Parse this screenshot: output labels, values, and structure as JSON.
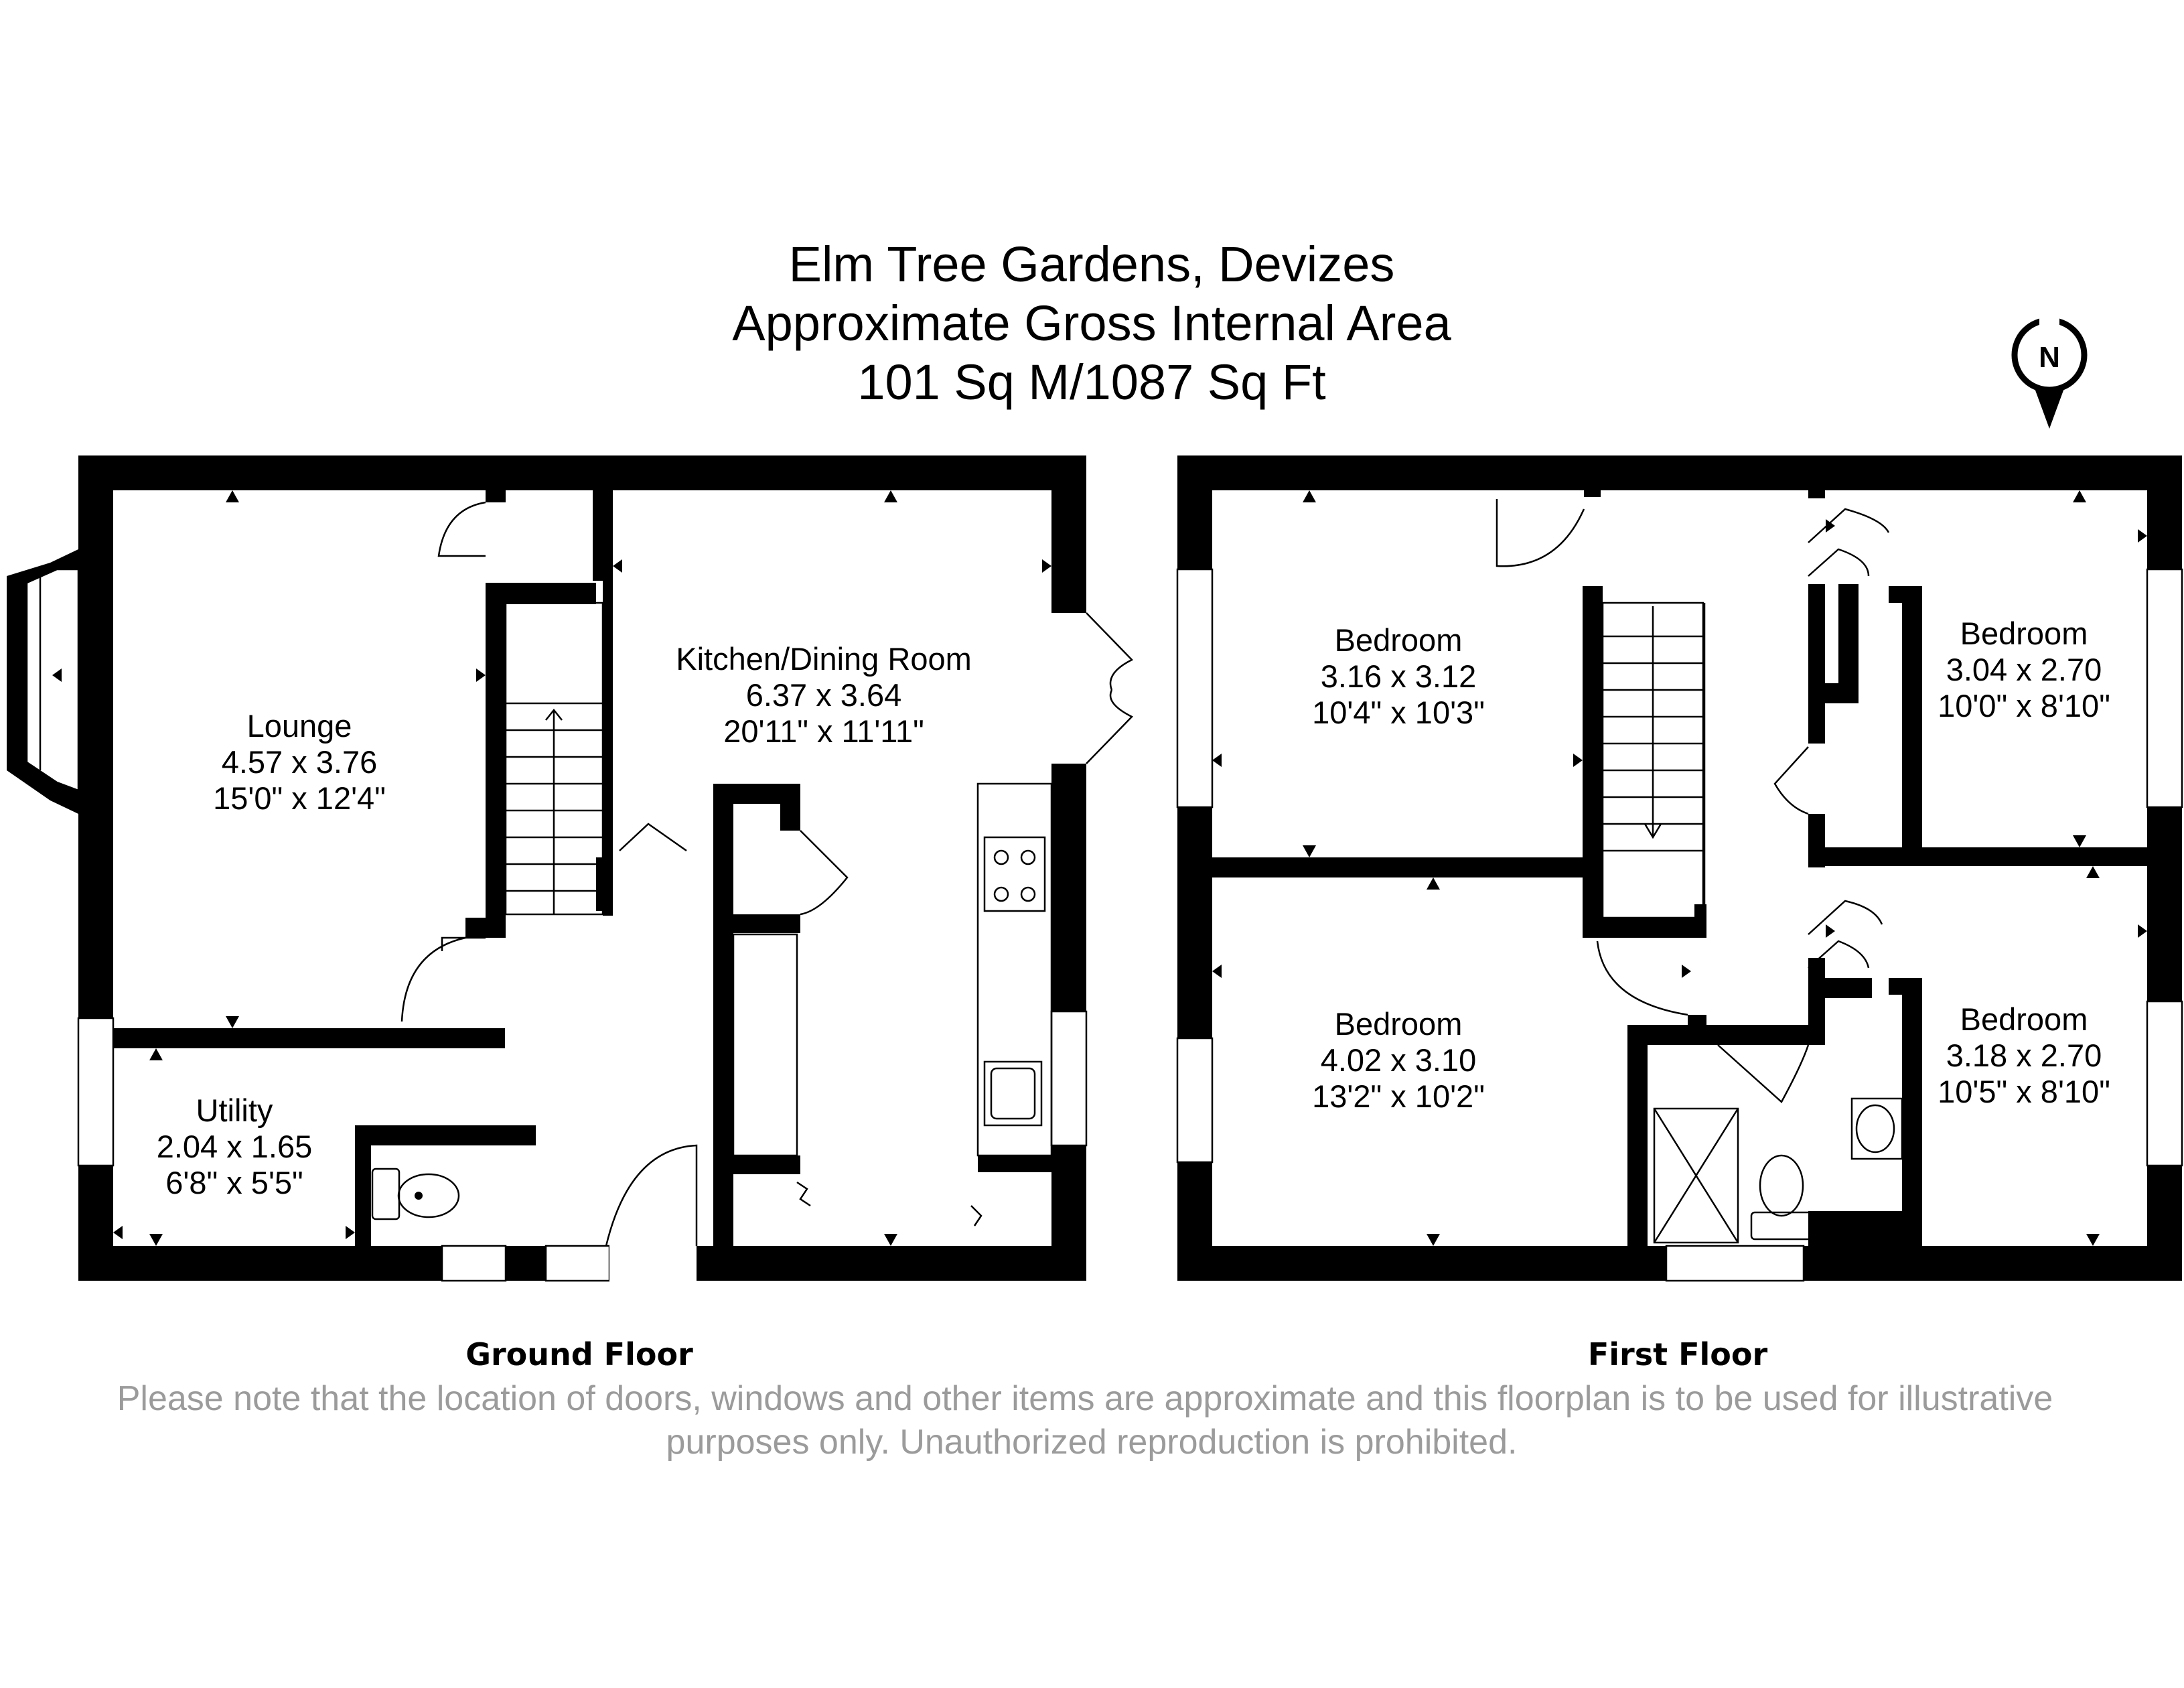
{
  "header": {
    "line1": "Elm Tree Gardens, Devizes",
    "line2": "Approximate Gross Internal Area",
    "line3": "101 Sq M/1087 Sq Ft"
  },
  "compass": {
    "letter": "N",
    "icon": "north-arrow-icon"
  },
  "ground_floor": {
    "label": "Ground Floor",
    "rooms": [
      {
        "name": "Lounge",
        "metric": "4.57 x 3.76",
        "imperial": "15'0\" x 12'4\""
      },
      {
        "name": "Kitchen/Dining Room",
        "metric": "6.37 x 3.64",
        "imperial": "20'11\" x 11'11\""
      },
      {
        "name": "Utility",
        "metric": "2.04 x 1.65",
        "imperial": "6'8\" x 5'5\""
      }
    ]
  },
  "first_floor": {
    "label": "First Floor",
    "rooms": [
      {
        "name": "Bedroom",
        "metric": "3.16 x 3.12",
        "imperial": "10'4\" x 10'3\""
      },
      {
        "name": "Bedroom",
        "metric": "3.04 x 2.70",
        "imperial": "10'0\" x 8'10\""
      },
      {
        "name": "Bedroom",
        "metric": "4.02 x 3.10",
        "imperial": "13'2\" x 10'2\""
      },
      {
        "name": "Bedroom",
        "metric": "3.18 x 2.70",
        "imperial": "10'5\" x 8'10\""
      }
    ]
  },
  "disclaimer": {
    "line1": "Please note that the location of doors, windows and other items are approximate and this floorplan is to be used for illustrative",
    "line2": "purposes only. Unauthorized reproduction is prohibited."
  },
  "colors": {
    "wall": "#000000",
    "note": "#9b9b9b",
    "background": "#ffffff"
  }
}
